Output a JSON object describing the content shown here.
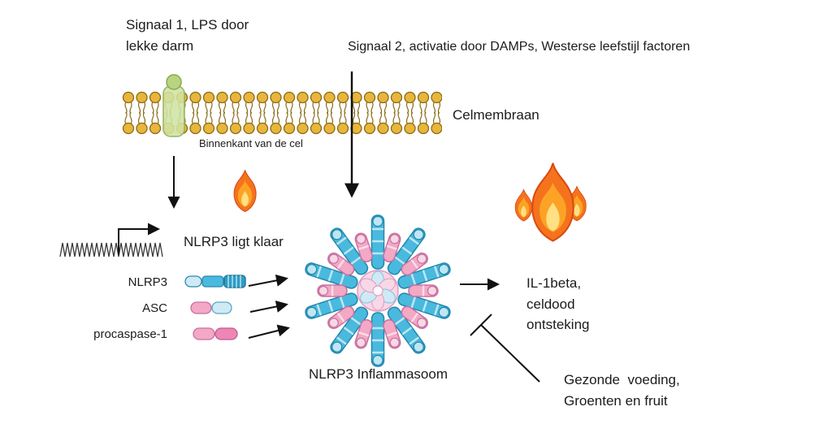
{
  "diagram": {
    "signal1": "Signaal 1, LPS door\nlekke darm",
    "signal2": "Signaal 2, activatie door DAMPs, Westerse leefstijl factoren",
    "cell_membrane": "Celmembraan",
    "inside_cell": "Binnenkant van de cel",
    "nlrp3_ready": "NLRP3 ligt klaar",
    "components": {
      "nlrp3": "NLRP3",
      "asc": "ASC",
      "procaspase1": "procaspase-1"
    },
    "inflammasome": "NLRP3 Inflammasoom",
    "outcome": "IL-1beta,\nceldood\nontsteking",
    "inhibitor": "Gezonde  voeding,\nGroenten en fruit"
  },
  "icons": {
    "flame_small": "flame-icon",
    "flame_large": "flame-icon",
    "dna_coil": "dna-coil-icon",
    "receptor": "membrane-receptor-icon",
    "inhibition": "inhibition-bar-icon"
  },
  "colors": {
    "membrane_head": "#e8b63c",
    "membrane_outline": "#8a6a14",
    "receptor_green": "#cfe3a3",
    "spoke_blue": "#49b9de",
    "spoke_blue_light": "#bfe6f2",
    "spoke_pink": "#f3a8c6",
    "spoke_pink_light": "#f8d7e6",
    "flame_orange": "#f4731c",
    "flame_mid": "#fca326",
    "flame_yellow": "#ffe082",
    "arrow": "#111111",
    "text": "#1b1b1b",
    "background": "#ffffff"
  }
}
